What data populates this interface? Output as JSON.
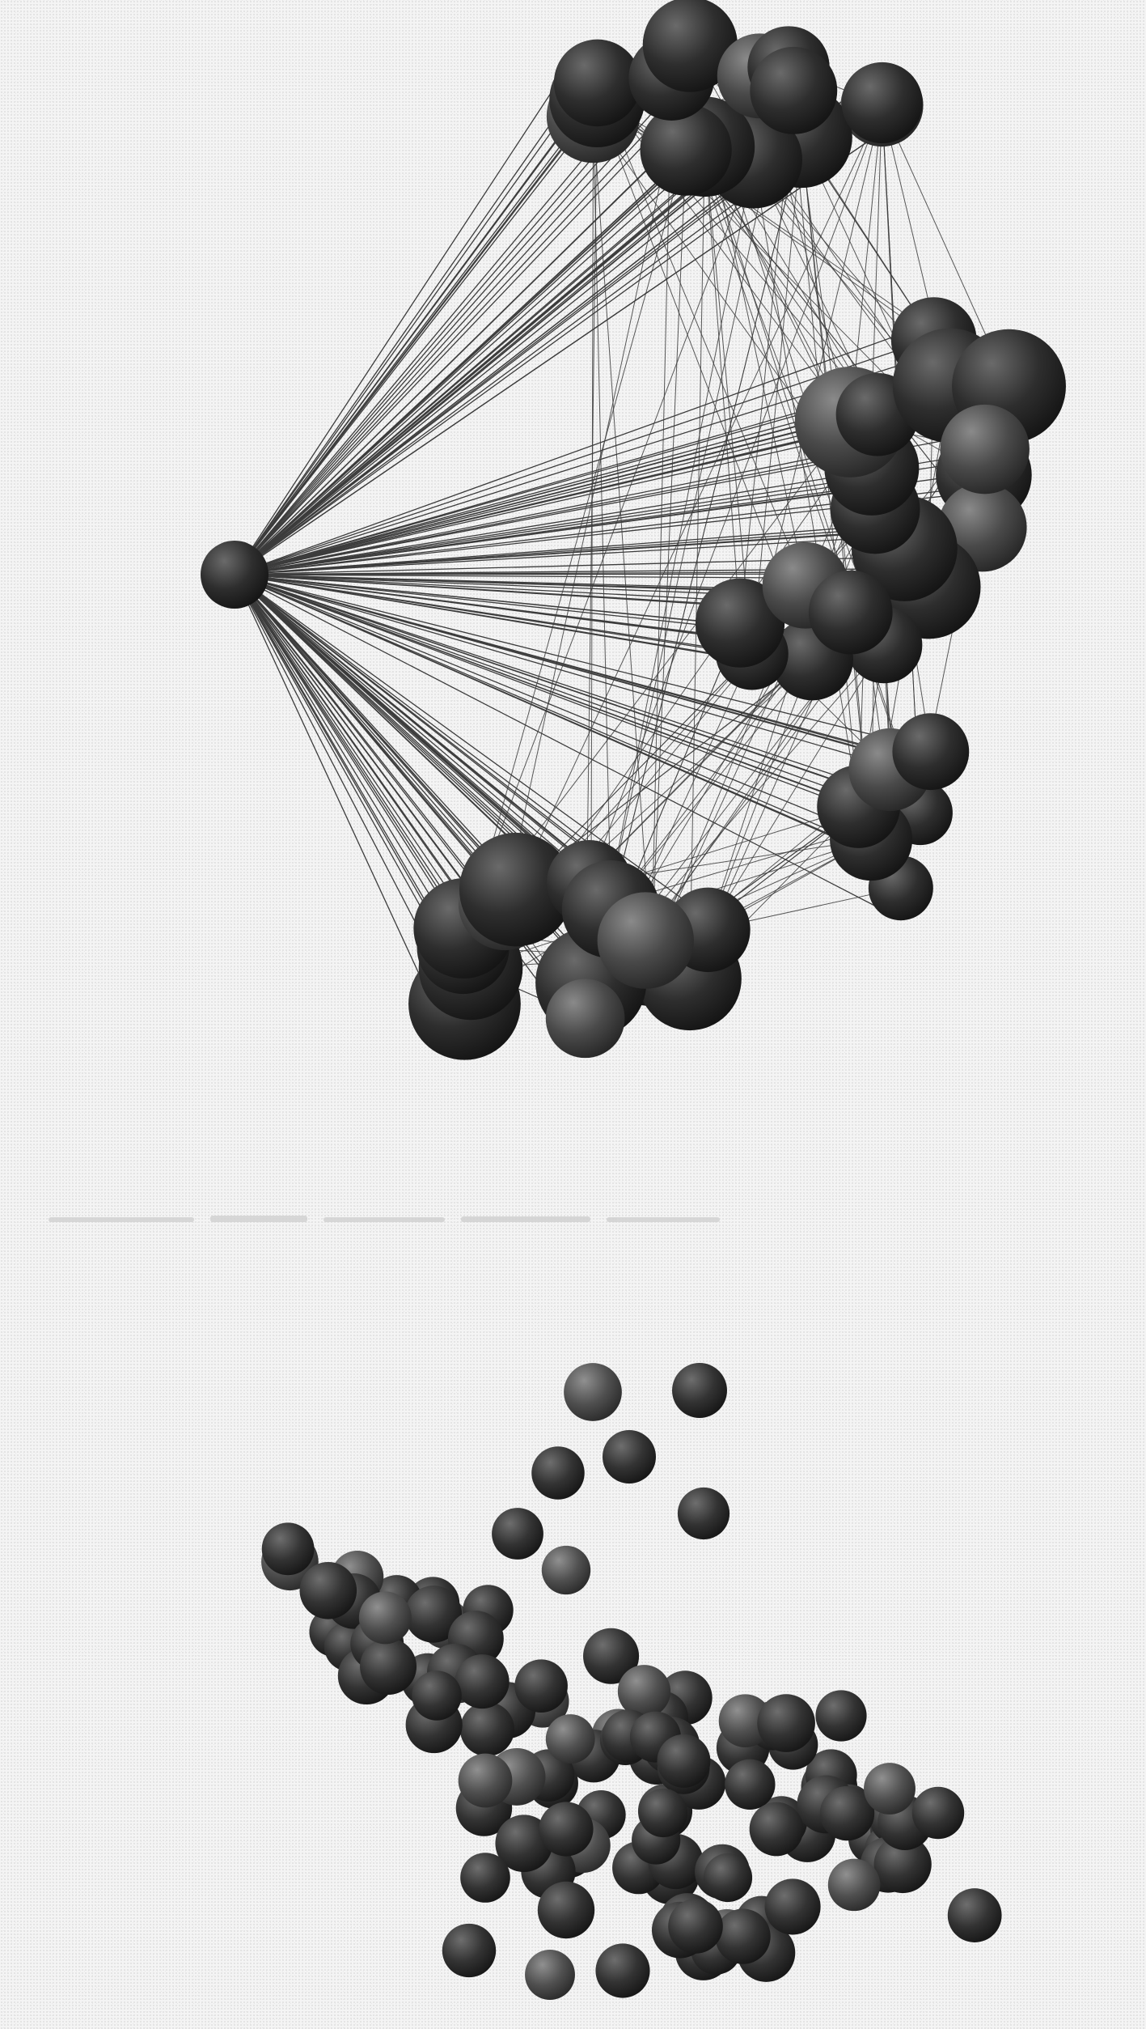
{
  "figure": {
    "top_panel": {
      "node_clusters": 6,
      "hub_nodes": 1
    },
    "bottom_panel": {
      "spheres_visible": 118
    },
    "colors": {
      "background": "#f4f4f4",
      "node_dark": "#2a2a2a",
      "node_mid": "#454545",
      "edge": "#3c3c3c"
    }
  }
}
